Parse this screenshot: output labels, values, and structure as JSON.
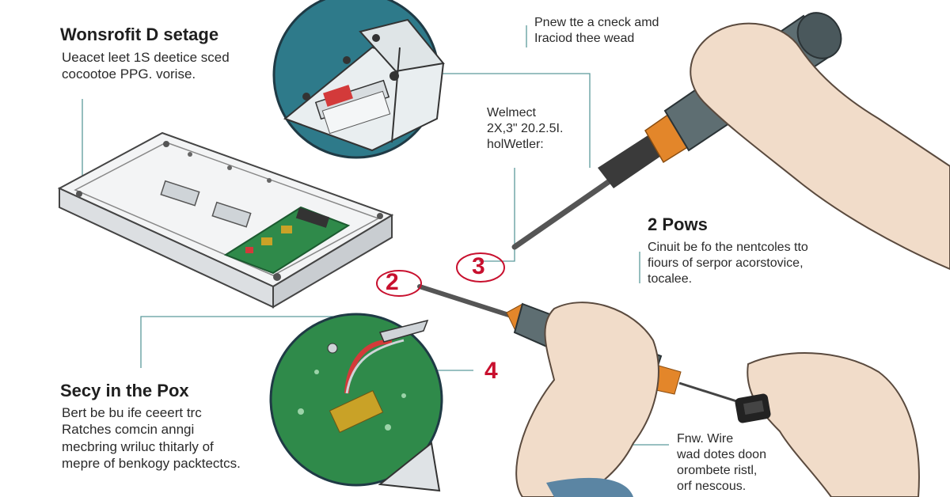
{
  "section_top_left": {
    "title": "Wonsrofit D setage",
    "lines": [
      "Ueacet leet 1S deetice sced",
      "cocootoe PPG. vorise."
    ]
  },
  "callout_top": {
    "lines": [
      "Pnew tte a cneck amd",
      "Iraciod thee wead"
    ]
  },
  "callout_middle": {
    "lines": [
      "Welmect",
      "2X,3\" 20.2.5I.",
      "holWetler:"
    ]
  },
  "section_right": {
    "title": "2 Pows",
    "lines": [
      "Cinuit be fo the nentcoles tto",
      "fiours of serpor acorstovice,",
      "tocalee."
    ]
  },
  "section_bottom_left": {
    "title": "Secy in the Pox",
    "lines": [
      "Bert be bu ife ceeert trc",
      "Ratches comcin anngi",
      "mecbring wriluc thitarly of",
      "mepre of benkogy packtectcs."
    ]
  },
  "callout_bottom_right": {
    "lines": [
      "Fnw. Wire",
      "wad dotes doon",
      "orombete ristl,",
      "orf nescous."
    ]
  },
  "step_numbers": {
    "two": "2",
    "three": "3",
    "four": "4"
  },
  "colors": {
    "accent_red": "#c8102e",
    "leader_line": "#5c9a9c",
    "pcb_green": "#2f8a4a",
    "teal_circle": "#2e7a8a",
    "screwdriver_body": "#5e6e72",
    "orange_ring": "#e3862a",
    "skin": "#f1dcc9"
  }
}
